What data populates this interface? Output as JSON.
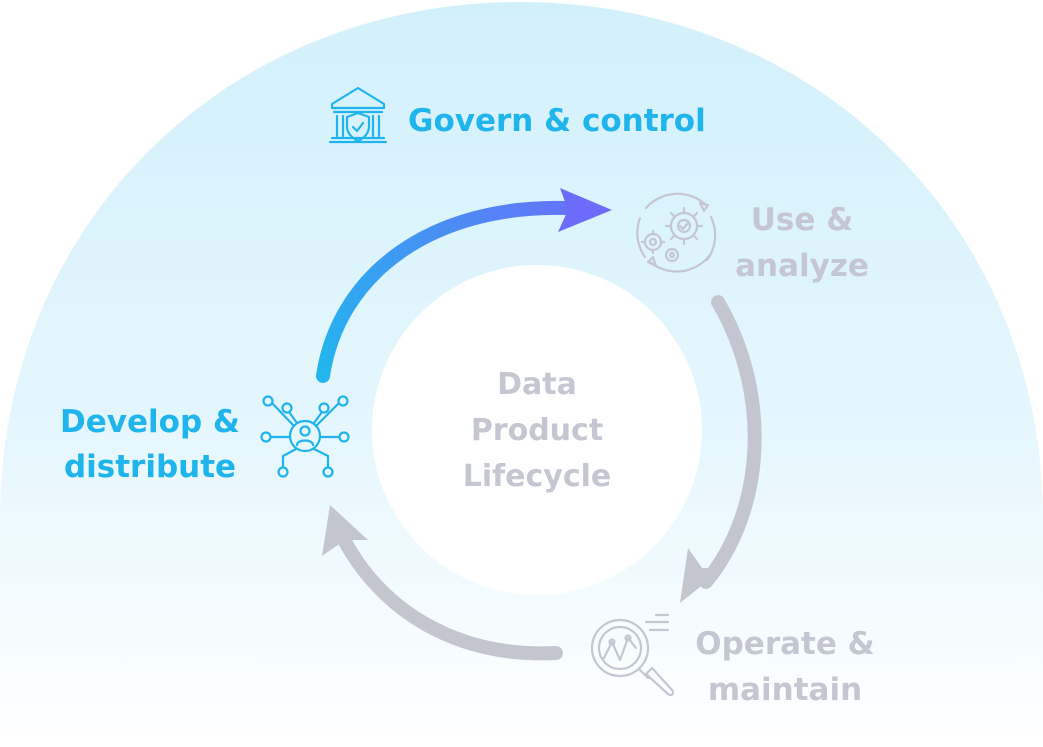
{
  "diagram": {
    "center": {
      "lines": [
        "Data",
        "Product",
        "Lifecycle"
      ]
    },
    "govern": {
      "label": "Govern & control",
      "icon": "bank-shield-icon"
    },
    "use": {
      "lines": [
        "Use &",
        "analyze"
      ],
      "icon": "gears-icon"
    },
    "operate": {
      "lines": [
        "Operate &",
        "maintain"
      ],
      "icon": "magnifier-chart-icon"
    },
    "develop": {
      "lines": [
        "Develop &",
        "distribute"
      ],
      "icon": "network-user-icon"
    }
  },
  "colors": {
    "active_blue": "#1fb4ec",
    "inactive_gray": "#c4c7d1",
    "arrow_gray": "#c3c6cf",
    "arrow_gradient_start": "#22b6ee",
    "arrow_gradient_end": "#6b6cf9",
    "background_top": "#d2f0fb",
    "background_bottom": "#ffffff"
  }
}
